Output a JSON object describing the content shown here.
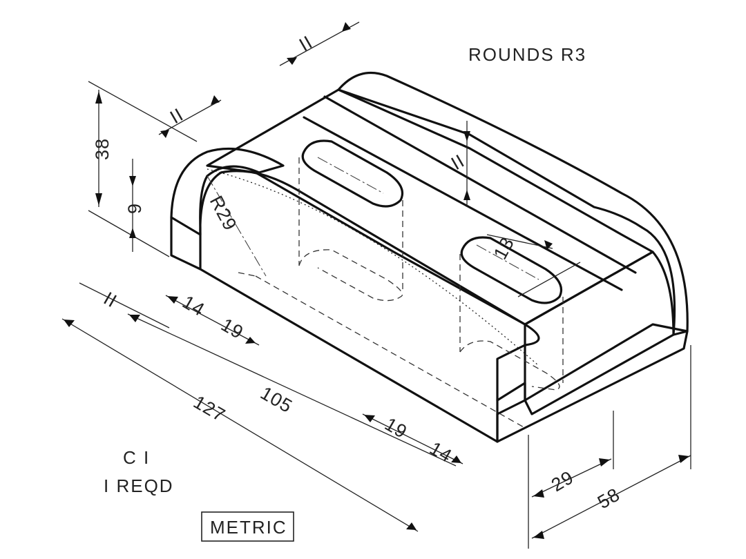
{
  "notes": {
    "rounds": "ROUNDS R3",
    "part_number": "C I",
    "quantity": "I REQD",
    "units": "METRIC"
  },
  "dimensions": {
    "height_total": "38",
    "step_height": "9",
    "radius": "R29",
    "slot_width": "13",
    "end_offset": "II",
    "slot_gap_top": "II",
    "rib_top": "II",
    "rib_right": "II",
    "front_inset": "14",
    "front_slot_len": "19",
    "rear_slot_len": "19",
    "rear_inset": "14",
    "inner_length": "105",
    "overall_length": "127",
    "half_width": "29",
    "overall_width": "58"
  },
  "colors": {
    "line": "#111111",
    "shade": "#a9a9a9",
    "shade_light": "#c4c4c4",
    "paper": "#ffffff"
  }
}
